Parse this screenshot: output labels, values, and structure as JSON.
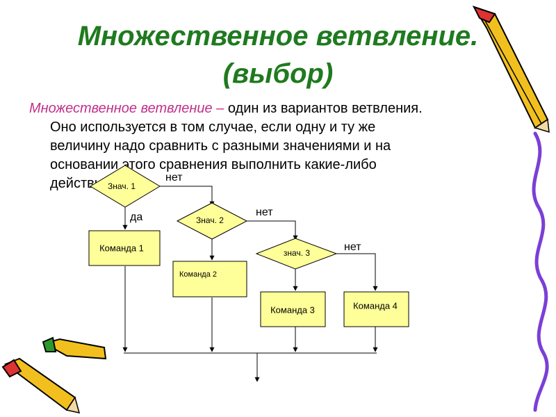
{
  "title": {
    "line1": "Множественное  ветвление.",
    "line2": "(выбор)"
  },
  "definition": {
    "term": "Множественное ветвление – ",
    "first_line_rest": "один из вариантов ветвления.",
    "line2": "Оно используется в том случае, если одну и ту же",
    "line3": "величину надо сравнить с разными значениями и на",
    "line4": "основании этого сравнения выполнить какие-либо",
    "line5": "действия."
  },
  "flowchart": {
    "conditions": [
      "Знач. 1",
      "Знач. 2",
      "знач. 3"
    ],
    "commands": [
      "Команда 1",
      "Команда 2",
      "Команда 3",
      "Команда 4"
    ],
    "yes_label": "да",
    "no_label": "нет"
  },
  "colors": {
    "title": "#1f7a1f",
    "term": "#c0308a",
    "shape_fill": "#ffff99",
    "stroke": "#000000"
  }
}
